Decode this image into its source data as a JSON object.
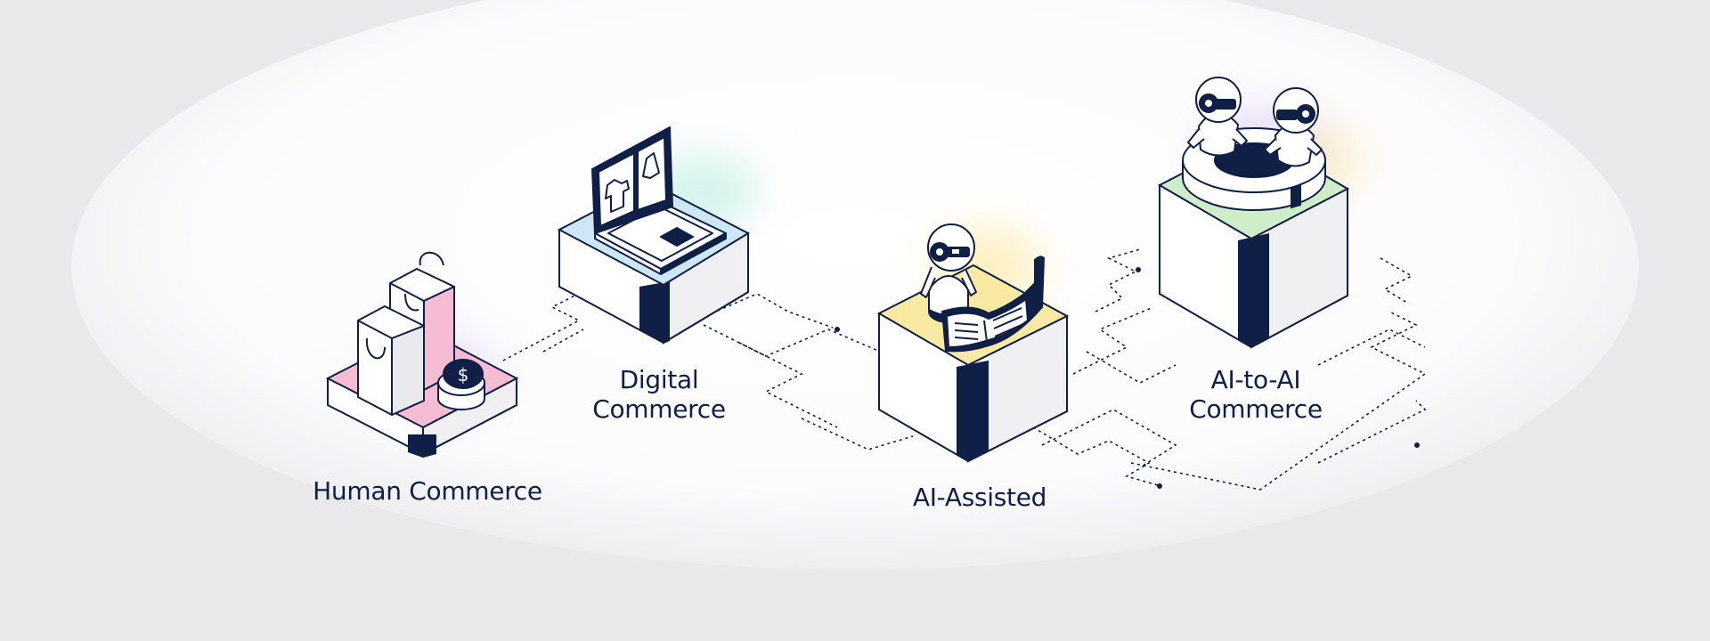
{
  "stages": [
    {
      "id": "human",
      "label": "Human Commerce",
      "top_color": "#f6bcd3",
      "icon": "shopping-bags-and-coin-icon"
    },
    {
      "id": "digital",
      "label_lines": [
        "Digital",
        "Commerce"
      ],
      "top_color": "#cde7f7",
      "icon": "laptop-with-clothing-icon"
    },
    {
      "id": "assisted",
      "label": "AI-Assisted",
      "top_color": "#f8eaa2",
      "icon": "robot-with-screen-icon"
    },
    {
      "id": "a2a",
      "label_lines": [
        "AI-to-AI",
        "Commerce"
      ],
      "top_color": "#cfedc8",
      "icon": "two-robots-ring-icon"
    }
  ],
  "colors": {
    "background": "#e9e9eb",
    "navy": "#0f1f45",
    "box_side": "#ffffff",
    "box_shade": "#f0f0f2",
    "accent_glow": [
      "#c7b8ff",
      "#9fe6d4",
      "#ffe07a"
    ]
  }
}
